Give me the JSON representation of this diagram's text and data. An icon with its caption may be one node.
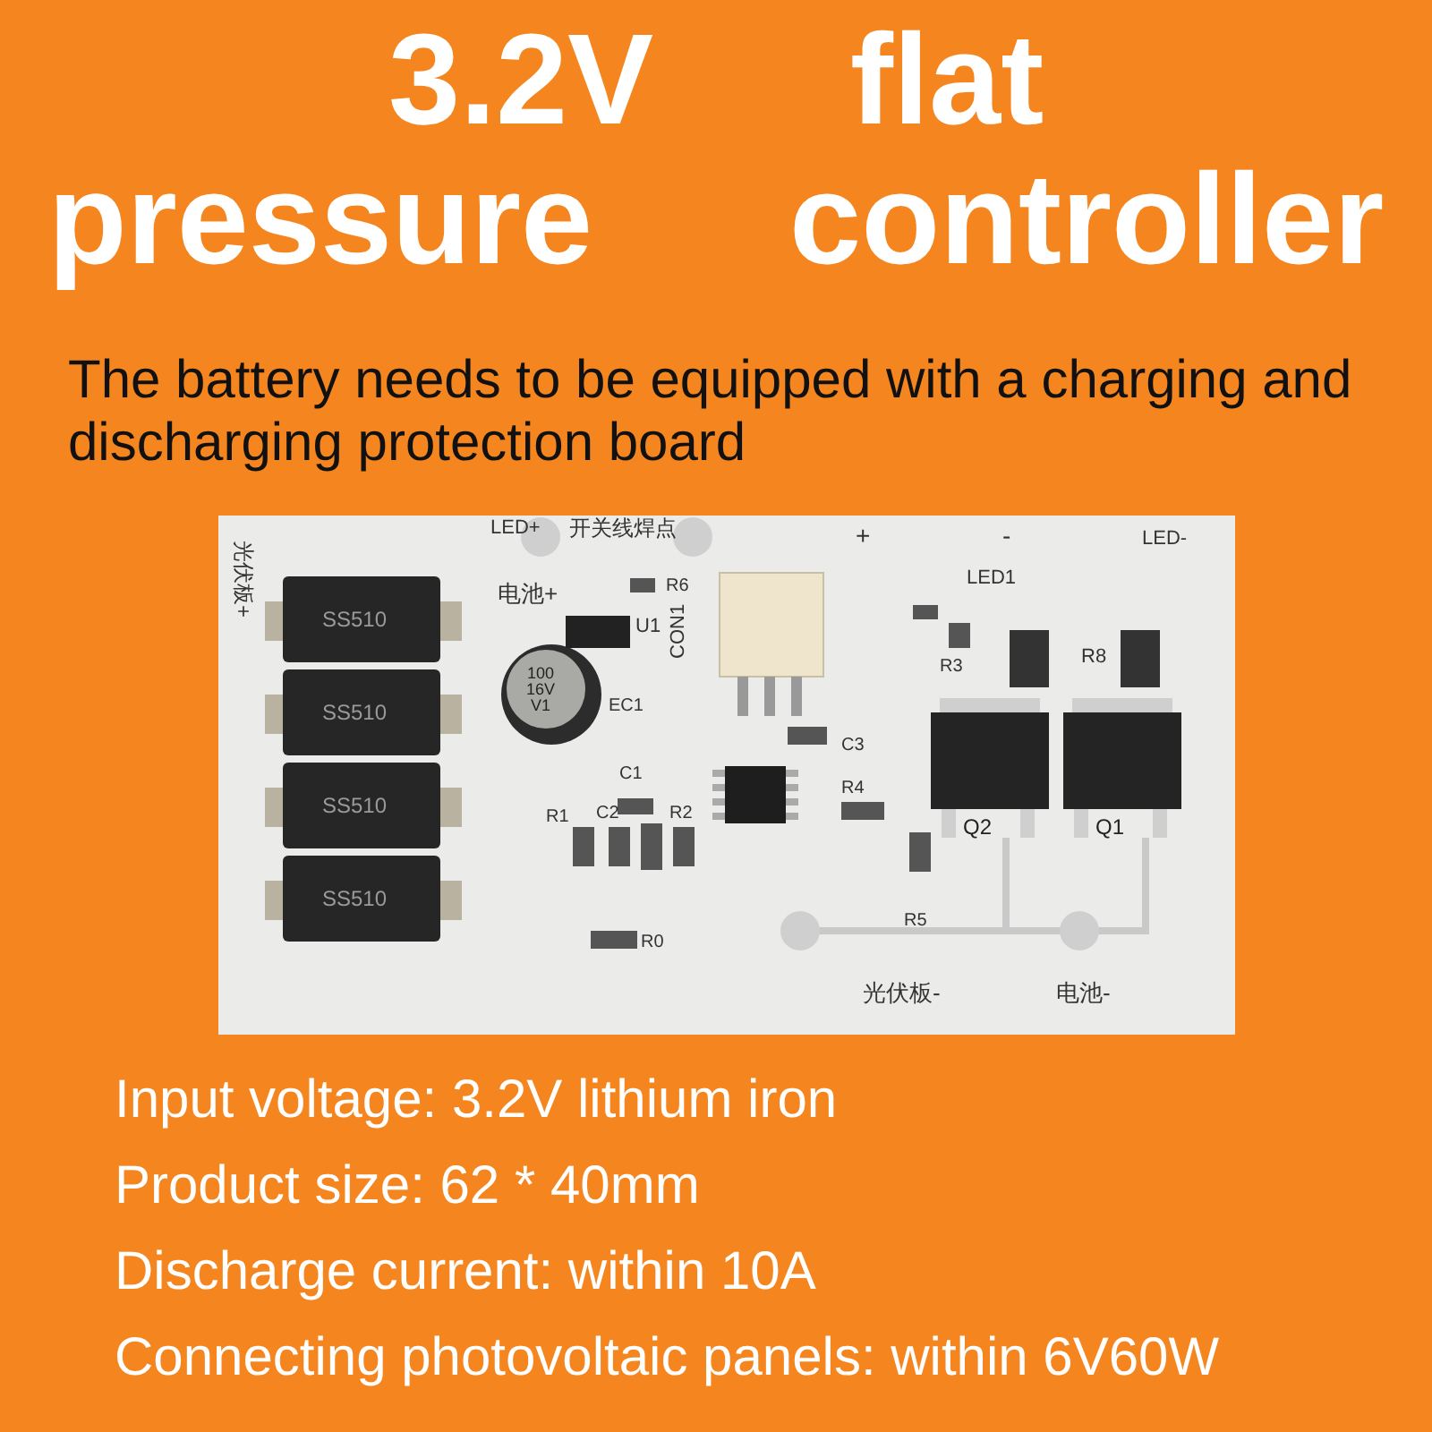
{
  "diagram": {
    "title": "3.2V flat pressure controller",
    "labels": [
      "The battery needs to be equipped with a charging and discharging protection board",
      "LED+",
      "开关线焊点",
      "+",
      "-",
      "LED-",
      "光伏板+",
      "电池+",
      "R6",
      "LED1",
      "SS510",
      "U1",
      "CON1",
      "R3",
      "R8",
      "SS510",
      "100 16V V1",
      "EC1",
      "C3",
      "SS510",
      "C1",
      "R4",
      "R1",
      "C2",
      "R2",
      "Q2",
      "Q1",
      "SS510",
      "R0",
      "R5",
      "光伏板-",
      "电池-",
      "Input voltage: 3.2V lithium iron",
      "Product size: 62 * 40mm",
      "Discharge current: within 10A",
      "Connecting photovoltaic panels: within 6V60W"
    ]
  }
}
